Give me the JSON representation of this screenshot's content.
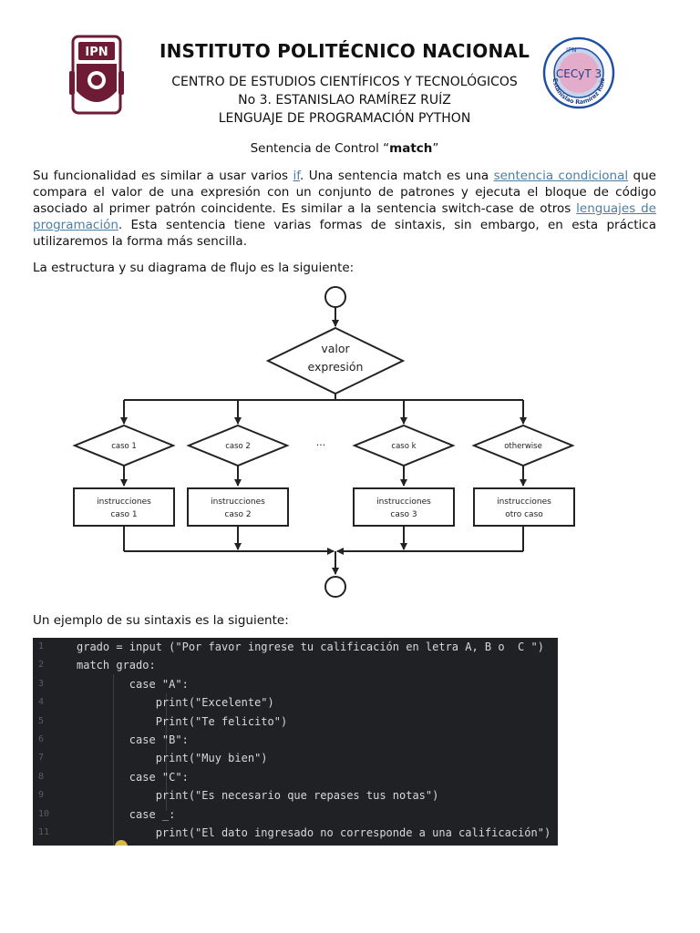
{
  "header": {
    "institution": "INSTITUTO POLITÉCNICO NACIONAL",
    "center_line1": "CENTRO DE ESTUDIOS CIENTÍFICOS Y TECNOLÓGICOS",
    "center_line2": "No 3. ESTANISLAO RAMÍREZ RUÍZ",
    "subject": "LENGUAJE DE PROGRAMACIÓN PYTHON",
    "logo_left_text": "IPN",
    "logo_right_text": "CECyT 3",
    "logo_right_ring_text": "Estanislao Ramírez Ruíz",
    "logo_right_small": "IPN"
  },
  "doc_title": {
    "prefix": "Sentencia de Control “",
    "bold": "match",
    "suffix": "”"
  },
  "intro": {
    "t1": "Su funcionalidad es similar a usar varios ",
    "link_if": "if",
    "t2": ". Una sentencia match es una ",
    "link_cond": "sentencia condicional",
    "t3": " que compara el valor de una expresión con un conjunto de patrones y ejecuta el bloque de código asociado al primer patrón coincidente. Es similar a la sentencia switch-case de otros ",
    "link_lang": "lenguajes de programación",
    "t4": ". Esta sentencia tiene varias formas de sintaxis, sin embargo, en esta práctica utilizaremos la forma más sencilla."
  },
  "structure_text": "La estructura y su diagrama de flujo es la siguiente:",
  "syntax_text": "Un ejemplo de su sintaxis es la siguiente:",
  "flowchart": {
    "decision_line1": "valor",
    "decision_line2": "expresión",
    "ellipsis": "...",
    "cases": [
      {
        "label": "caso 1",
        "box_line1": "instrucciones",
        "box_line2": "caso 1"
      },
      {
        "label": "caso 2",
        "box_line1": "instrucciones",
        "box_line2": "caso 2"
      },
      {
        "label": "caso k",
        "box_line1": "instrucciones",
        "box_line2": "caso 3"
      },
      {
        "label": "otherwise",
        "box_line1": "instrucciones",
        "box_line2": "otro caso"
      }
    ]
  },
  "code": {
    "line_numbers": [
      "1",
      "2",
      "3",
      "4",
      "5",
      "6",
      "7",
      "8",
      "9",
      "10",
      "11"
    ],
    "lines": [
      "grado = input (\"Por favor ingrese tu calificación en letra A, B o  C \")",
      "match grado:",
      "        case \"A\":",
      "            print(\"Excelente\")",
      "            Print(\"Te felicito\")",
      "        case \"B\":",
      "            print(\"Muy bien\")",
      "        case \"C\":",
      "            print(\"Es necesario que repases tus notas\")",
      "        case _:",
      "            print(\"El dato ingresado no corresponde a una calificación\")"
    ]
  },
  "colors": {
    "ipn_maroon": "#6e1b36",
    "cecyt_blue": "#1f4fa3",
    "link": "#4a7ea4",
    "code_bg": "#1f2124"
  }
}
